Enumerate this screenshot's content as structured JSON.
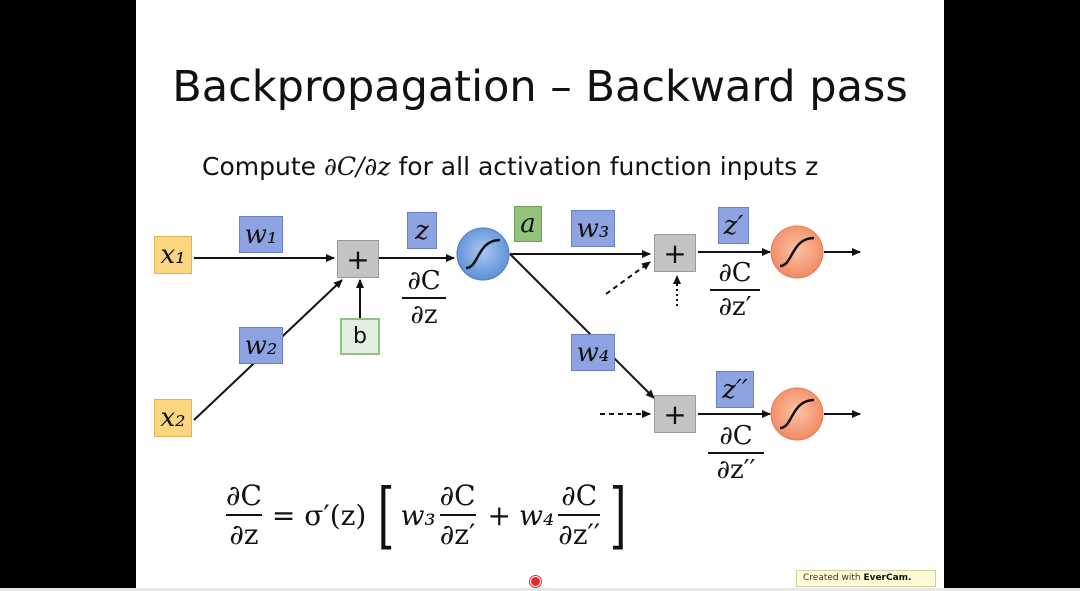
{
  "slide": {
    "title": "Backpropagation – Backward pass",
    "subtitle_prefix": "Compute ",
    "subtitle_math": "∂C/∂z",
    "subtitle_suffix": " for all activation function inputs z"
  },
  "nodes": {
    "x1": "x₁",
    "x2": "x₂",
    "w1": "w₁",
    "w2": "w₂",
    "w3": "w₃",
    "w4": "w₄",
    "bias": "b",
    "plus": "+",
    "z": "z",
    "a": "a",
    "z_prime": "z′",
    "z_double_prime": "z′′"
  },
  "fractions": {
    "dC": "∂C",
    "dz": "∂z",
    "dz_prime": "∂z′",
    "dz_double_prime": "∂z′′"
  },
  "equation": {
    "lhs_num": "∂C",
    "lhs_den": "∂z",
    "equals_sigma": "= σ′(z)",
    "w3": "w₃",
    "w4": "w₄",
    "plus": "+",
    "f1_num": "∂C",
    "f1_den": "∂z′",
    "f2_num": "∂C",
    "f2_den": "∂z′′"
  },
  "watermark": {
    "prefix": "Created with ",
    "brand": "EverCam."
  },
  "colors": {
    "input_box": "#fbd67f",
    "weight_box": "#8ea3e2",
    "activation_box": "#93c47d",
    "bias_box": "#e2f1df",
    "sum_box": "#c4c4c4",
    "neuron_blue": "#6fa0e0",
    "neuron_orange": "#f6a27e"
  }
}
